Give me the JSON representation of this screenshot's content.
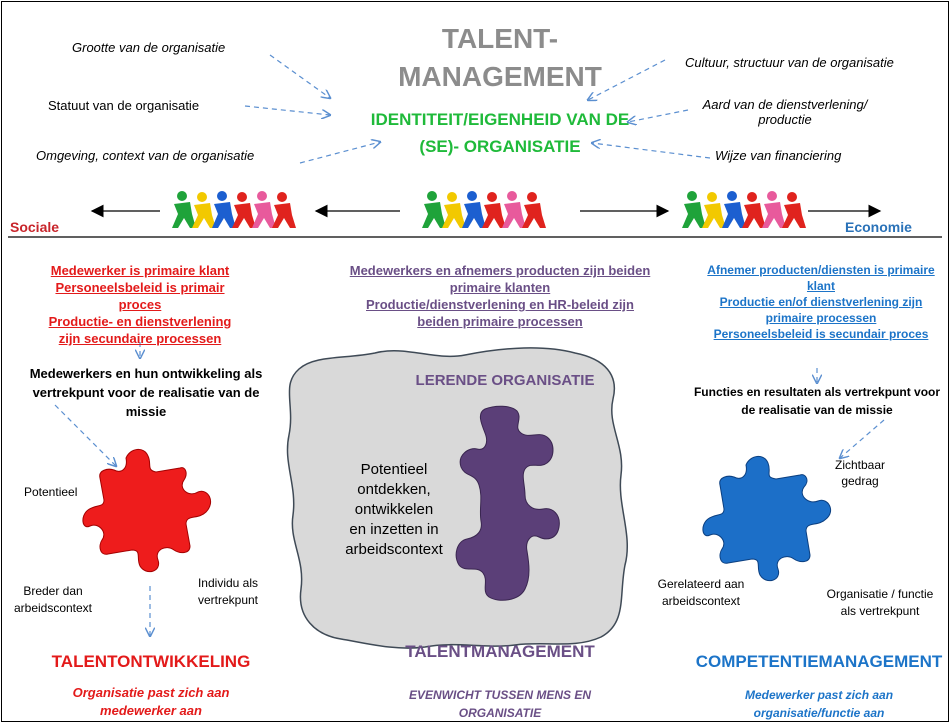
{
  "header": {
    "title_line1": "TALENT-",
    "title_line2": "MANAGEMENT",
    "identity_line1": "IDENTITEIT/EIGENHEID VAN DE",
    "identity_line2": "(SE)- ORGANISATIE"
  },
  "factors": {
    "left": [
      "Grootte van de organisatie",
      "Statuut van de organisatie",
      "Omgeving, context van de organisatie"
    ],
    "right": [
      "Cultuur, structuur van de organisatie",
      "Aard van de dienstverlening/ productie",
      "Wijze van financiering"
    ]
  },
  "axis": {
    "left_label": "Sociale",
    "right_label": "Economie"
  },
  "columns": {
    "left": {
      "list": [
        "Medewerker is primaire klant",
        "Personeelsbeleid is primair proces",
        "Productie- en dienstverlening zijn secundaire processen"
      ],
      "statement": "Medewerkers en hun ontwikkeling als vertrekpunt voor de realisatie van de missie",
      "labels": {
        "potential": "Potentieel",
        "broader_line1": "Breder dan",
        "broader_line2": "arbeidscontext",
        "individual_line1": "Individu als",
        "individual_line2": "vertrekpunt"
      },
      "title": "TALENTONTWIKKELING",
      "subtitle_line1": "Organisatie past zich aan",
      "subtitle_line2": "medewerker aan"
    },
    "middle": {
      "list": [
        "Medewerkers en afnemers producten zijn beiden primaire klanten",
        "Productie/dienstverlening en HR-beleid zijn beiden primaire processen"
      ],
      "cloud_title": "LERENDE ORGANISATIE",
      "cloud_text": [
        "Potentieel",
        "ontdekken,",
        "ontwikkelen",
        "en inzetten in",
        "arbeidscontext"
      ],
      "title": "TALENTMANAGEMENT",
      "subtitle_line1": "EVENWICHT TUSSEN MENS EN",
      "subtitle_line2": "ORGANISATIE"
    },
    "right": {
      "list": [
        "Afnemer producten/diensten is primaire klant",
        "Productie en/of dienstverlening zijn primaire processen",
        "Personeelsbeleid is secundair proces"
      ],
      "statement": "Functies en resultaten als vertrekpunt voor de realisatie van de missie",
      "labels": {
        "visible_line1": "Zichtbaar",
        "visible_line2": "gedrag",
        "related_line1": "Gerelateerd aan",
        "related_line2": "arbeidscontext",
        "org_line1": "Organisatie / functie",
        "org_line2": "als vertrekpunt"
      },
      "title": "COMPETENTIEMANAGEMENT",
      "subtitle_line1": "Medewerker past zich aan",
      "subtitle_line2": "organisatie/functie aan"
    }
  },
  "colors": {
    "red": "#e31a1a",
    "purple": "#6a4f86",
    "blue": "#1c74c8",
    "green": "#1fba3a",
    "gray": "#8c8c8c"
  }
}
